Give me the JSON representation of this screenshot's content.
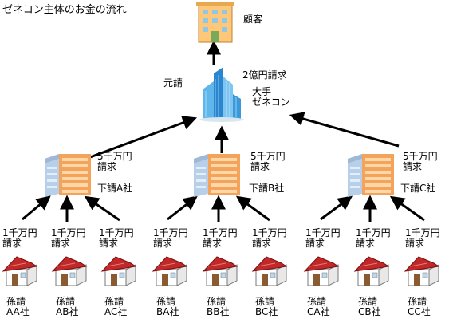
{
  "title": "ゼネコン主体のお金の流れ",
  "customer": {
    "label": "顧客",
    "icon": "customer-building-icon"
  },
  "prime": {
    "role": "元請",
    "name": "大手\nゼネコン",
    "request_to_customer": "2億円請求",
    "icon": "skyscraper-icon"
  },
  "subcontractors": [
    {
      "name": "下請A社",
      "request": "5千万円\n請求",
      "icon": "office-building-icon"
    },
    {
      "name": "下請B社",
      "request": "5千万円\n請求",
      "icon": "office-building-icon"
    },
    {
      "name": "下請C社",
      "request": "5千万円\n請求",
      "icon": "office-building-icon"
    }
  ],
  "sub_subcontractors": [
    {
      "name": "孫請\nAA社",
      "request": "1千万円\n請求",
      "icon": "house-icon"
    },
    {
      "name": "孫請\nAB社",
      "request": "1千万円\n請求",
      "icon": "house-icon"
    },
    {
      "name": "孫請\nAC社",
      "request": "1千万円\n請求",
      "icon": "house-icon"
    },
    {
      "name": "孫請\nBA社",
      "request": "1千万円\n請求",
      "icon": "house-icon"
    },
    {
      "name": "孫請\nBB社",
      "request": "1千万円\n請求",
      "icon": "house-icon"
    },
    {
      "name": "孫請\nBC社",
      "request": "1千万円\n請求",
      "icon": "house-icon"
    },
    {
      "name": "孫請\nCA社",
      "request": "1千万円\n請求",
      "icon": "house-icon"
    },
    {
      "name": "孫請\nCB社",
      "request": "1千万円\n請求",
      "icon": "house-icon"
    },
    {
      "name": "孫請\nCC社",
      "request": "1千万円\n請求",
      "icon": "house-icon"
    }
  ],
  "colors": {
    "arrow": "#000000",
    "prime_building": "#3a9ad9",
    "sub_building_front": "#f4a35b",
    "sub_building_side": "#b7cfe8",
    "house_roof": "#c0282a",
    "house_wall": "#ffffff"
  }
}
